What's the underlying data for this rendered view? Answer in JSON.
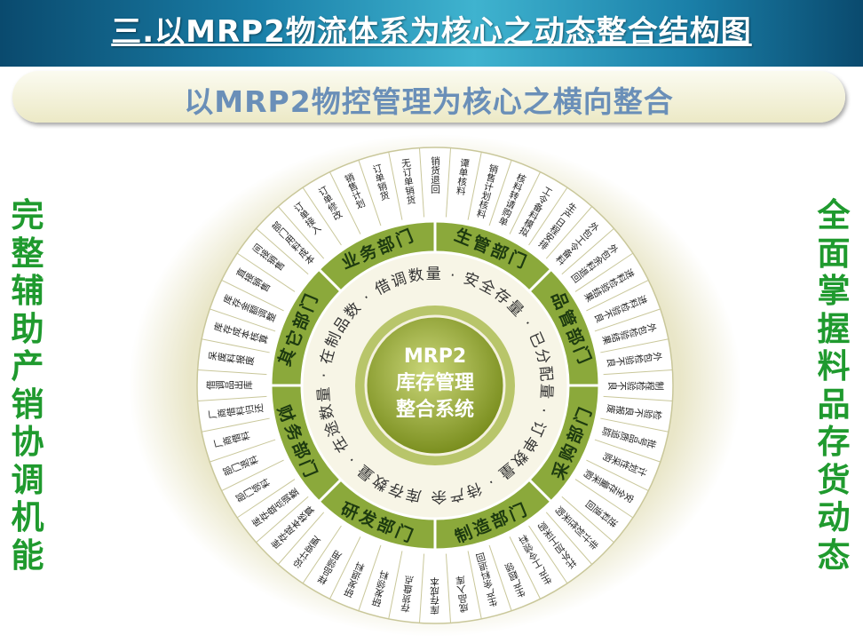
{
  "header": {
    "title": "三.以MRP2物流体系为核心之动态整合结构图"
  },
  "banner": {
    "text": "以MRP2物控管理为核心之横向整合"
  },
  "left_vertical": [
    "完",
    "整",
    "辅",
    "助",
    "产",
    "销",
    "协",
    "调",
    "机",
    "能"
  ],
  "right_vertical": [
    "全",
    "面",
    "掌",
    "握",
    "料",
    "品",
    "存",
    "货",
    "动",
    "态"
  ],
  "center": {
    "line1": "MRP2",
    "line2": "库存管理",
    "line3": "整合系统"
  },
  "inner_ring_text": "· 库存数量 · 在途数量 · 在制品数 · 借调数量 · 安全存量 · 已分配量 · 订单数量 · 待产余量",
  "departments": [
    "业务部门",
    "生管部门",
    "品管部门",
    "采购部门",
    "制造部门",
    "研发部门",
    "财务部门",
    "其它部门"
  ],
  "outer_items": [
    "销货退回",
    "谭单核料",
    "销售计划核料",
    "核料转请购单",
    "工令备料模拟",
    "生产日程安排",
    "外包工令备料",
    "外包余料退回",
    "进料检验结果",
    "进料检验不良",
    "外包检验结果",
    "外包检验不良",
    "制程检验不良",
    "检验不良报废",
    "批号品质追踪",
    "计划性采购",
    "安全存量采购",
    "进料退回",
    "非计划性采购",
    "托外加工采购",
    "生产工令领料",
    "生产超领",
    "生产余料退回",
    "成品入库",
    "库存成本",
    "存货盘点",
    "研发领料",
    "研发退料",
    "样品领用",
    "设计变更",
    "库存成本核算",
    "库存盘点调整",
    "部门领料",
    "部门退料",
    "厂商借料",
    "厂商借料归还",
    "借调品出库",
    "呆废料报废",
    "库存成本核算",
    "库存金额调整",
    "直接销售",
    "间接销售",
    "部门用料成本",
    "订单接入",
    "订单修改",
    "销售计划",
    "订单销货",
    "无订单销货"
  ],
  "colors": {
    "accent": "#1f9a2e",
    "header": "#1a7fa8",
    "banner_text": "#6a8fb8",
    "dept_ring": "#8ba93b",
    "center": "#8a9a2a"
  }
}
